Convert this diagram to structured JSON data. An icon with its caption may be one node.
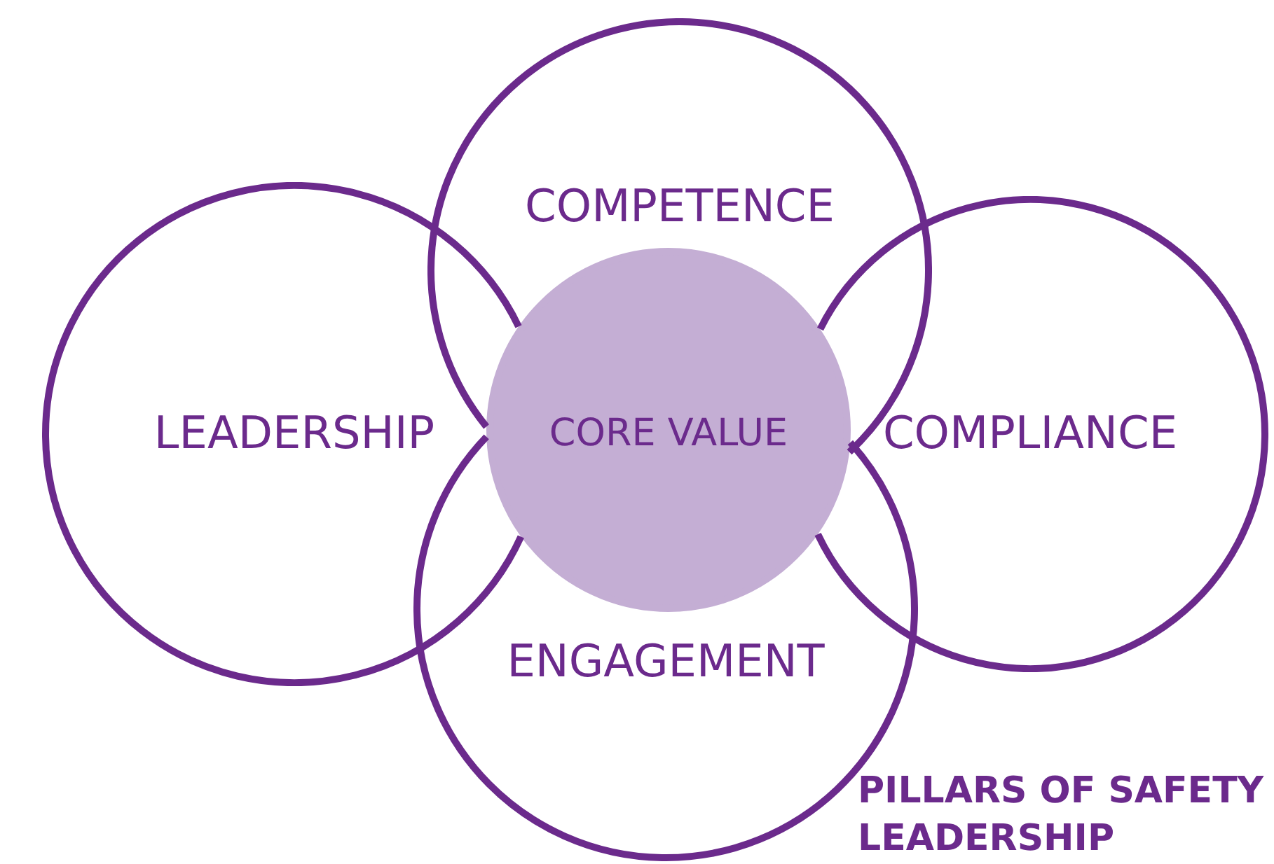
{
  "diagram": {
    "caption": "PILLARS OF SAFETY LEADERSHIP",
    "nodes": [
      {
        "text": [
          "COMPETENCE"
        ]
      },
      {
        "text": [
          "LEADERSHIP"
        ]
      },
      {
        "text": [
          "CORE VALUE"
        ]
      },
      {
        "text": [
          "COMPLIANCE"
        ]
      },
      {
        "text": [
          "ENGAGEMENT"
        ]
      }
    ],
    "edges": []
  }
}
